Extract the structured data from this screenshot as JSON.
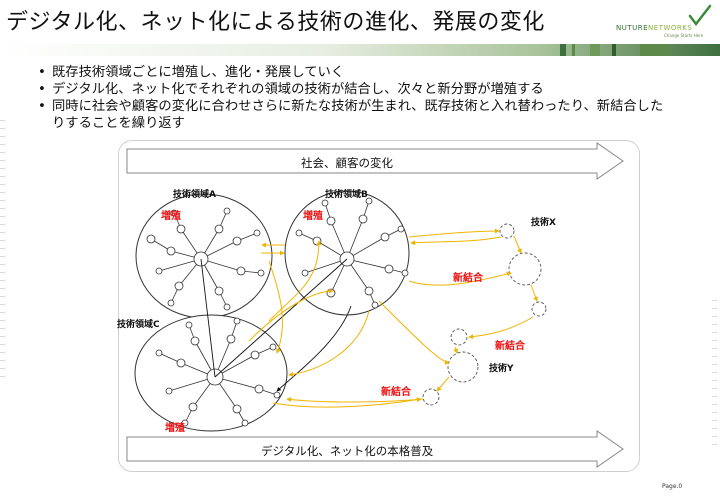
{
  "header": {
    "title": "デジタル化、ネット化による技術の進化、発展の変化",
    "logo_text_a": "NUTURE",
    "logo_text_b": "NETWORKS",
    "logo_tagline": "Change Starts Here"
  },
  "bullets": [
    "既存技術領域ごとに増殖し、進化・発展していく",
    "デジタル化、ネット化でそれぞれの領域の技術が結合し、次々と新分野が増殖する",
    "同時に社会や顧客の変化に合わせさらに新たな技術が生まれ、既存技術と入れ替わったり、新結合したりすることを繰り返す"
  ],
  "diagram": {
    "top_arrow_label": "社会、顧客の変化",
    "bottom_arrow_label": "デジタル化、ネット化の本格普及",
    "domain_a": "技術領域A",
    "domain_b": "技術領域B",
    "domain_c": "技術領域C",
    "tech_x": "技術X",
    "tech_y": "技術Y",
    "growth_a": "増殖",
    "growth_b": "増殖",
    "growth_c": "増殖",
    "new_combo_1": "新結合",
    "new_combo_2": "新結合",
    "new_combo_3": "新結合"
  },
  "footer": {
    "page": "Page.0"
  },
  "colors": {
    "accent_green": "#6a9a3a",
    "growth_red": "#e11111",
    "link_orange": "#f0b400"
  }
}
